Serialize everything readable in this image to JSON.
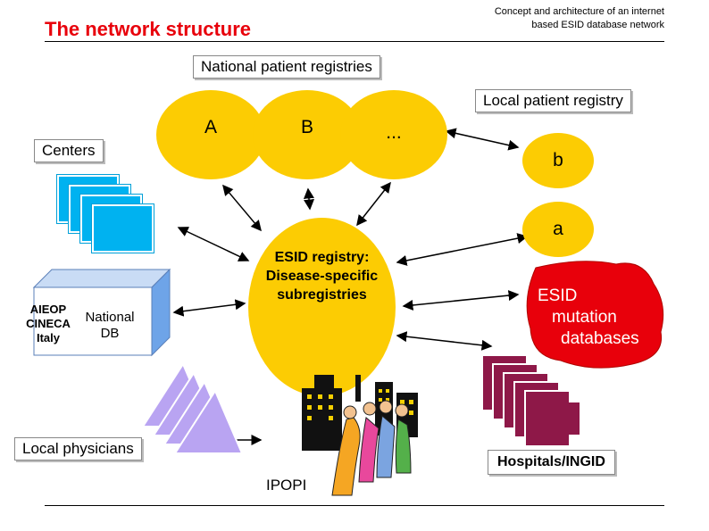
{
  "header": {
    "title": "The network structure",
    "subtitle_line1": "Concept and architecture of an internet",
    "subtitle_line2": "based ESID database network"
  },
  "national_registries": {
    "label": "National patient registries",
    "items": [
      "A",
      "B",
      "..."
    ]
  },
  "local_registry": {
    "label": "Local patient registry",
    "items": [
      "b",
      "a"
    ]
  },
  "centers": {
    "label": "Centers"
  },
  "national_db": {
    "left_line1": "AIEOP",
    "left_line2": "CINECA",
    "left_line3": "Italy",
    "right_line1": "National",
    "right_line2": "DB"
  },
  "esid_registry": {
    "line1": "ESID registry:",
    "line2": "Disease-specific",
    "line3": "subregistries"
  },
  "mutation_db": {
    "line1": "ESID",
    "line2": "mutation",
    "line3": "databases"
  },
  "local_physicians": {
    "label": "Local physicians"
  },
  "hospitals": {
    "label": "Hospitals/INGID"
  },
  "ipopi": {
    "label": "IPOPI"
  },
  "colors": {
    "title": "#e8000b",
    "registry_ellipse": "#fccc03",
    "center_doc": "#00b2f0",
    "mutation_blob": "#e8000b",
    "hospital_docs": "#8e1848",
    "physician_triangles": "#b9a4f2",
    "db_cube": "#6ea4e8"
  }
}
